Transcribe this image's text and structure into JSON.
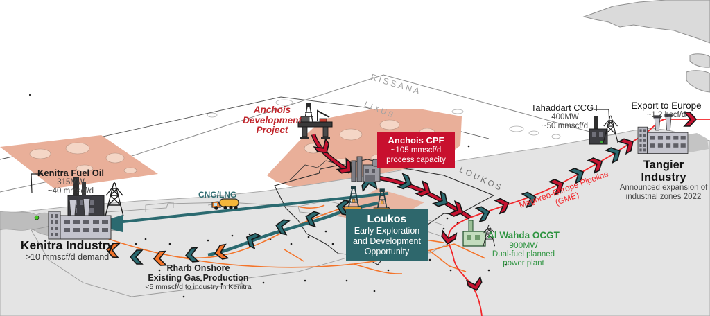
{
  "blocks": {
    "rissana": "RISSANA",
    "lixus": "LIXUS",
    "loukos": "LOUKOS"
  },
  "anchois_dev": {
    "line1": "Anchois",
    "line2": "Development",
    "line3": "Project"
  },
  "anchois_cpf": {
    "title": "Anchois CPF",
    "line1": "~105 mmscf/d",
    "line2": "process capacity"
  },
  "loukos_box": {
    "title": "Loukos",
    "line1": "Early Exploration",
    "line2": "and Development",
    "line3": "Opportunity"
  },
  "tahaddart": {
    "title": "Tahaddart CCGT",
    "capacity": "400MW",
    "gas": "~50 mmscf/d"
  },
  "export_europe": {
    "title": "Export to Europe",
    "volume": "~1.2 bscf/d"
  },
  "tangier": {
    "title": "Tangier Industry",
    "line1": "Announced expansion of",
    "line2": "industrial zones 2022"
  },
  "gme": {
    "line1": "Maghreb-Europe Pipeline",
    "line2": "(GME)"
  },
  "al_wahda": {
    "title": "Al Wahda OCGT",
    "capacity": "900MW",
    "line1": "Dual-fuel planned",
    "line2": "power plant"
  },
  "kenitra_fuel_oil": {
    "title": "Kenitra Fuel Oil",
    "capacity": "315MW",
    "gas": "~40 mmscf/d"
  },
  "kenitra_industry": {
    "title": "Kenitra Industry",
    "demand": ">10 mmscf/d demand"
  },
  "cng_lng": {
    "label": "CNG/LNG"
  },
  "rharb": {
    "line1": "Rharb Onshore",
    "line2": "Existing Gas Production",
    "line3": "<5 mmscf/d to industry in Kenitra"
  },
  "colors": {
    "box_red": "#c8102e",
    "box_teal": "#2e676c",
    "pipeline_red": "#c41230",
    "gme_red": "#f2262a",
    "teal": "#2b6a70",
    "orange": "#f4742a",
    "green": "#2e9440",
    "field_salmon": "#e9af99",
    "land_gray": "#e4e4e4",
    "project_red": "#c1272d"
  }
}
